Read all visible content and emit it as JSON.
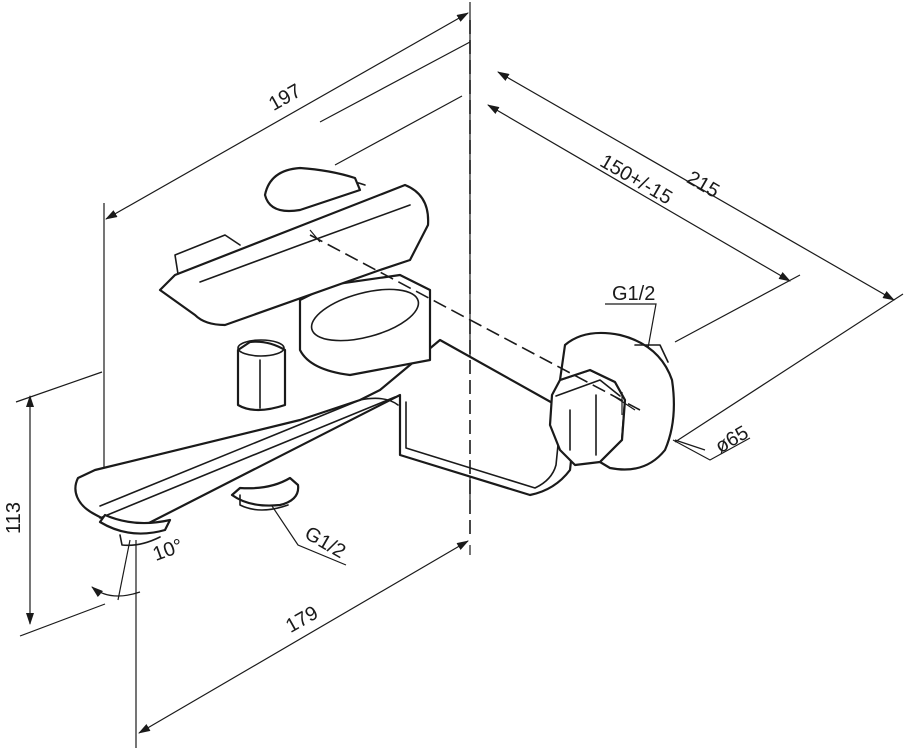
{
  "dimensions": {
    "width_top": "197",
    "depth": "215",
    "depth_adjust": "150+/-15",
    "height": "113",
    "width_bottom": "179",
    "flange_diameter": "ø65",
    "thread_inlet": "G1/2",
    "thread_outlet": "G1/2",
    "spout_angle": "10°"
  },
  "colors": {
    "line": "#1a1a1a",
    "background": "#ffffff"
  }
}
